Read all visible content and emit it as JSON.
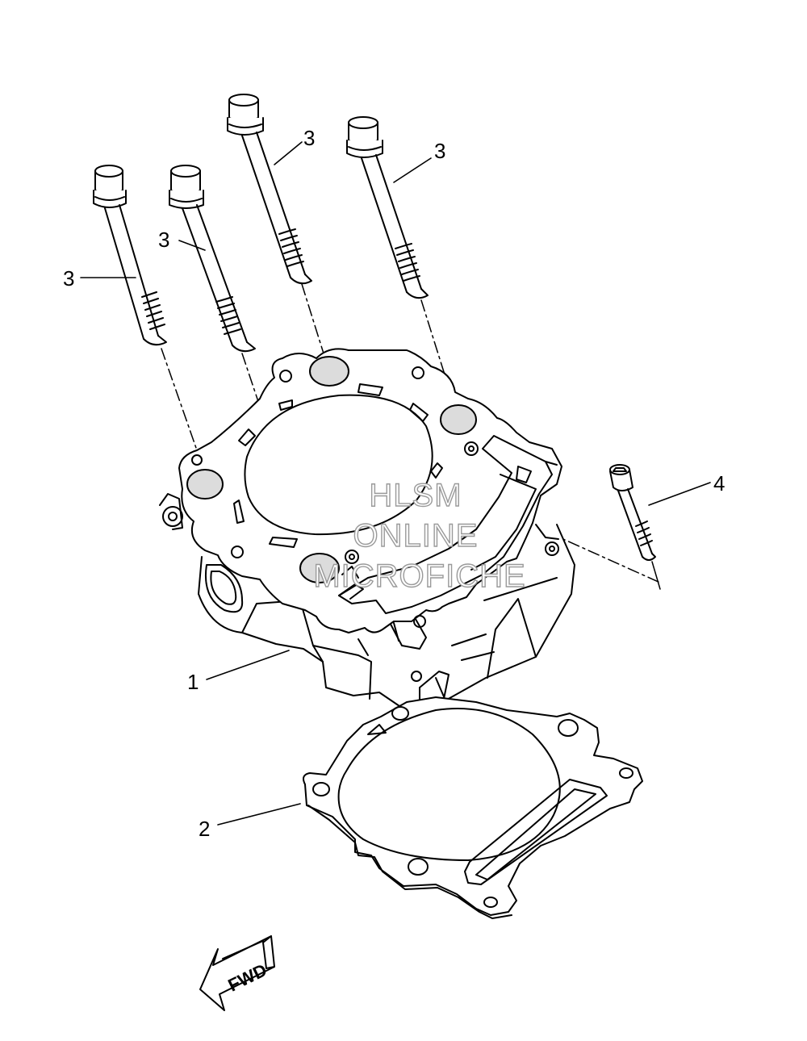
{
  "callouts": {
    "c1": "1",
    "c2": "2",
    "c3a": "3",
    "c3b": "3",
    "c3c": "3",
    "c3d": "3",
    "c4": "4"
  },
  "watermark": {
    "line1": "HLSM",
    "line2": "ONLINE",
    "line3": "MICROFICHE"
  },
  "fwd_label": "FWD",
  "colors": {
    "line": "#000000",
    "watermark_stroke": "#9a9a9a"
  }
}
